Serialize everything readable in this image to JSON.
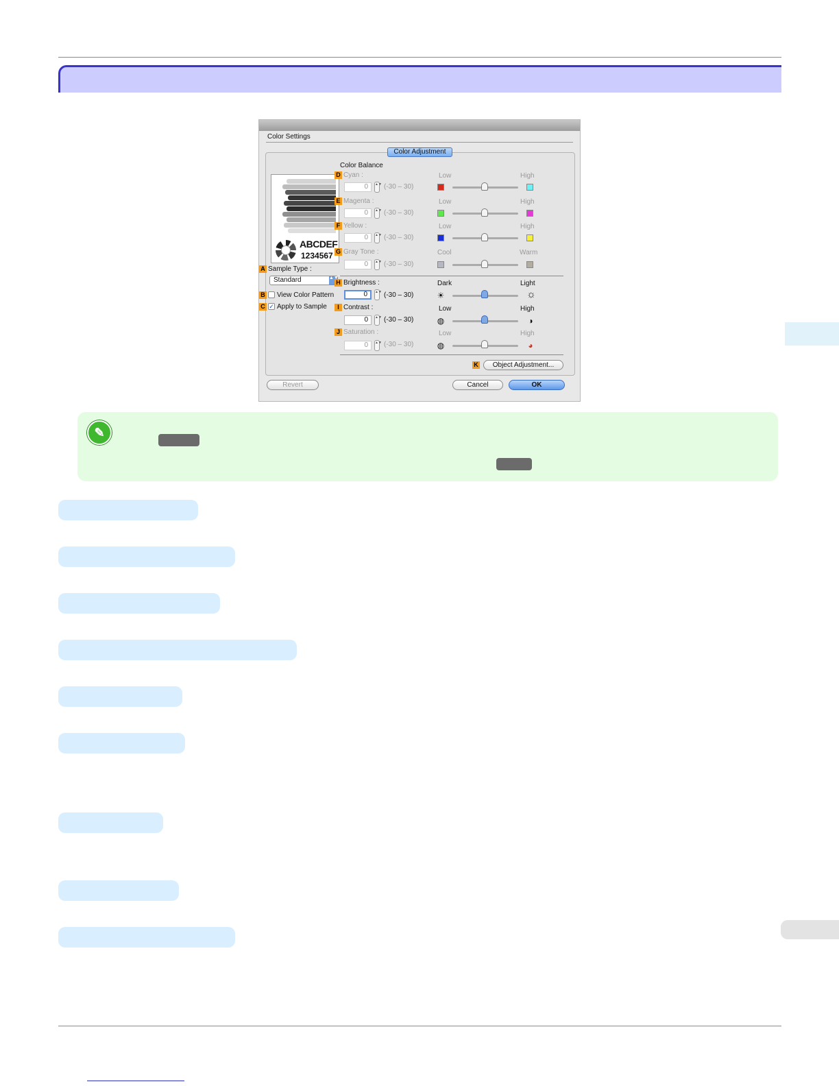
{
  "dialog": {
    "pane_title": "Color Settings",
    "tab_label": "Color Adjustment",
    "color_balance_label": "Color Balance",
    "preview": {
      "logo_text": "ABCDEF",
      "logo_number": "1234567"
    },
    "badges": {
      "A": "A",
      "B": "B",
      "C": "C",
      "D": "D",
      "E": "E",
      "F": "F",
      "G": "G",
      "H": "H",
      "I": "I",
      "J": "J",
      "K": "K"
    },
    "sample_type_label": "Sample Type :",
    "sample_type_value": "Standard",
    "view_color_pattern_label": "View Color Pattern",
    "apply_to_sample_label": "Apply to Sample",
    "apply_to_sample_check": "✓",
    "rows": {
      "cyan": {
        "label": "Cyan :",
        "value": "0",
        "range": "(-30 – 30)",
        "low": "Low",
        "high": "High",
        "low_color": "#d62a1c",
        "high_color": "#6ff0f4"
      },
      "magenta": {
        "label": "Magenta :",
        "value": "0",
        "range": "(-30 – 30)",
        "low": "Low",
        "high": "High",
        "low_color": "#5fe84e",
        "high_color": "#e43ad8"
      },
      "yellow": {
        "label": "Yellow :",
        "value": "0",
        "range": "(-30 – 30)",
        "low": "Low",
        "high": "High",
        "low_color": "#1a2fd8",
        "high_color": "#f6f03a"
      },
      "gray_tone": {
        "label": "Gray Tone :",
        "value": "0",
        "range": "(-30 – 30)",
        "low": "Cool",
        "high": "Warm",
        "low_color": "#b5b8c2",
        "high_color": "#b2ae9f"
      },
      "brightness": {
        "label": "Brightness :",
        "value": "0",
        "range": "(-30 – 30)",
        "low": "Dark",
        "high": "Light",
        "low_icon": "☀",
        "high_icon": "☼"
      },
      "contrast": {
        "label": "Contrast :",
        "value": "0",
        "range": "(-30 – 30)",
        "low": "Low",
        "high": "High",
        "low_icon": "◍",
        "high_icon": "◑"
      },
      "saturation": {
        "label": "Saturation :",
        "value": "0",
        "range": "(-30 – 30)",
        "low": "Low",
        "high": "High",
        "low_icon": "◍",
        "high_icon": "◕"
      }
    },
    "stepper_glyph": "▲▼",
    "object_adjustment_label": "Object Adjustment...",
    "revert_label": "Revert",
    "cancel_label": "Cancel",
    "ok_label": "OK"
  },
  "note": {
    "icon": "✎"
  },
  "colors": {
    "section_header": "#ccccff",
    "note_bg": "#e4fde2",
    "item_bar": "#d9efff",
    "accent_orange": "#f29c1f"
  }
}
